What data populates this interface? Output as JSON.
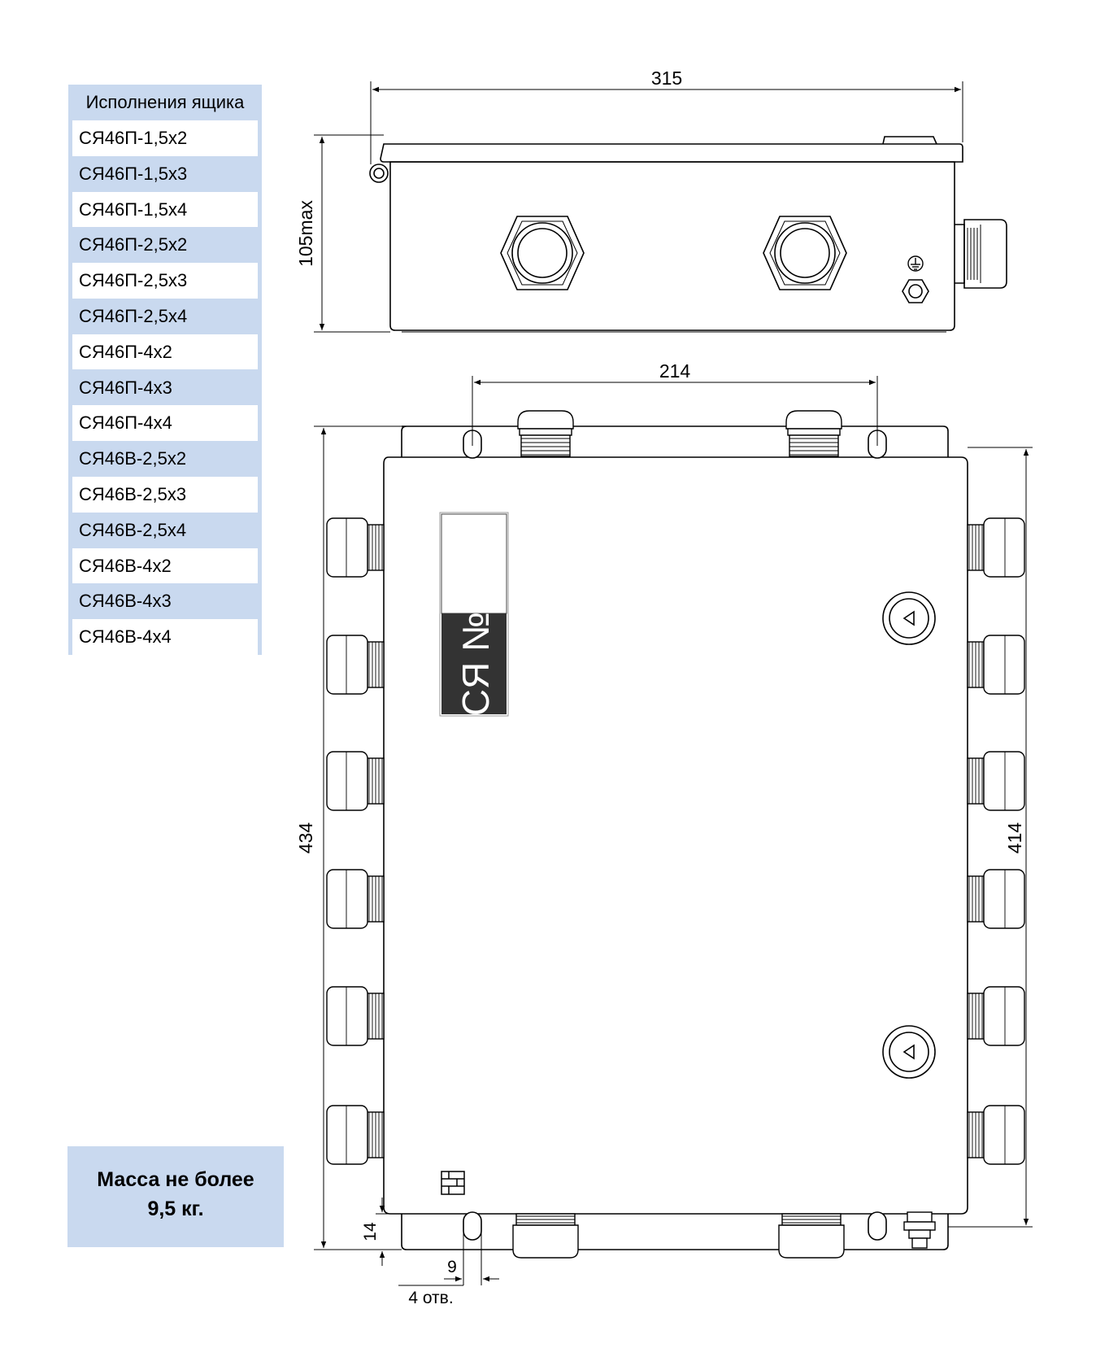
{
  "variants": {
    "header": "Исполнения ящика",
    "items": [
      "СЯ46П-1,5х2",
      "СЯ46П-1,5х3",
      "СЯ46П-1,5х4",
      "СЯ46П-2,5х2",
      "СЯ46П-2,5х3",
      "СЯ46П-2,5х4",
      "СЯ46П-4х2",
      "СЯ46П-4х3",
      "СЯ46П-4х4",
      "СЯ46В-2,5х2",
      "СЯ46В-2,5х3",
      "СЯ46В-2,5х4",
      "СЯ46В-4х2",
      "СЯ46В-4х3",
      "СЯ46В-4х4"
    ]
  },
  "mass": {
    "line1": "Масса не более",
    "line2": "9,5 кг."
  },
  "dimensions": {
    "top_width": "315",
    "height": "105max",
    "mount_spacing": "214",
    "overall_height": "434",
    "body_height": "414",
    "flange_offset": "14",
    "hole_width": "9",
    "holes_note": "4 отв."
  },
  "label_plate": {
    "text": "СЯ №"
  },
  "colors": {
    "table_fill": "#c9d9ef",
    "line": "#000000",
    "plate": "#333333"
  }
}
